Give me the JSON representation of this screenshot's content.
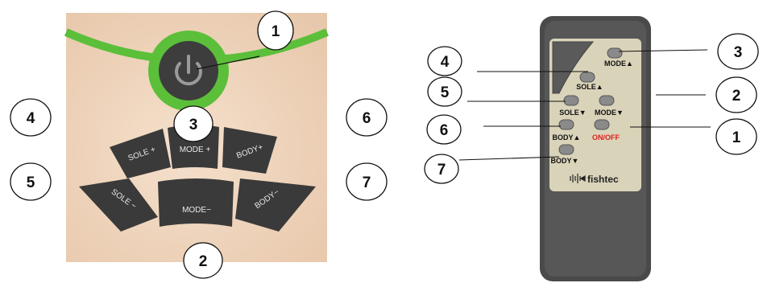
{
  "colors": {
    "panel_bg": "#f2d9c4",
    "ring_green": "#5bbf3a",
    "button_dark": "#3c3c3c",
    "remote_body": "#4b4b4b",
    "remote_face": "#d8d2b8",
    "onoff_red": "#e02020"
  },
  "controller": {
    "power_icon": "power-icon",
    "buttons": {
      "sole_plus": "SOLE +",
      "mode_plus": "MODE +",
      "body_plus": "BODY+",
      "sole_minus": "SOLE −",
      "mode_minus": "MODE−",
      "body_minus": "BODY−"
    },
    "callouts": [
      "1",
      "2",
      "3",
      "4",
      "5",
      "6",
      "7"
    ]
  },
  "remote": {
    "labels": {
      "mode_up": "MODE▲",
      "sole_up": "SOLE▲",
      "sole_down": "SOLE▼",
      "mode_down": "MODE▼",
      "body_up": "BODY▲",
      "onoff": "ON/OFF",
      "body_down": "BODY▼"
    },
    "brand": "fishtec",
    "brand_icon": "fishtec-logo-icon",
    "callouts": [
      "3",
      "4",
      "5",
      "2",
      "6",
      "1",
      "7"
    ]
  }
}
